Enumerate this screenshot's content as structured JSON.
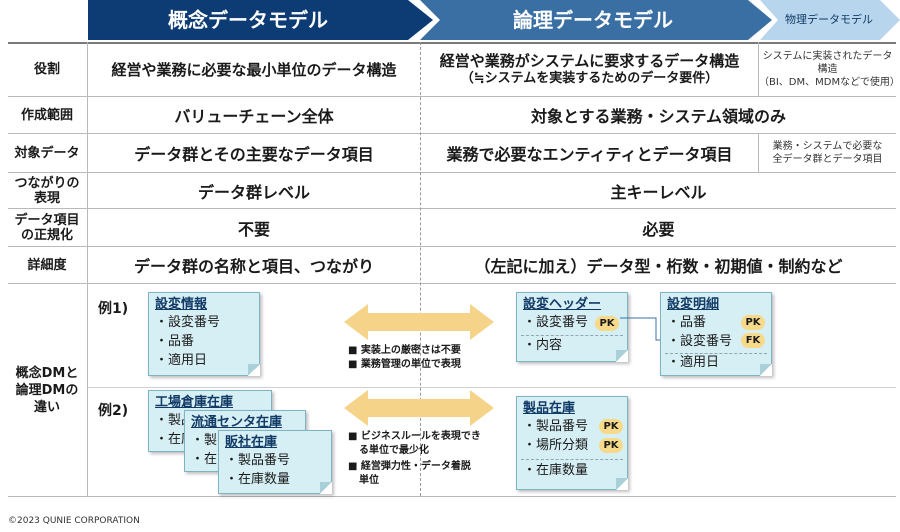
{
  "header": {
    "conceptual": "概念データモデル",
    "logical": "論理データモデル",
    "physical": "物理データモデル"
  },
  "rows": [
    {
      "label": "役割",
      "conceptual": "経営や業務に必要な最小単位のデータ構造",
      "logical_main": "経営や業務がシステムに要求するデータ構造",
      "logical_sub": "（≒システムを実装するためのデータ要件）",
      "physical_line1": "システムに実装されたデータ構造",
      "physical_line2": "（BI、DM、MDMなどで使用）"
    },
    {
      "label": "作成範囲",
      "conceptual": "バリューチェーン全体",
      "logical": "対象とする業務・システム領域のみ"
    },
    {
      "label": "対象データ",
      "conceptual": "データ群とその主要なデータ項目",
      "logical": "業務で必要なエンティティとデータ項目",
      "physical_line1": "業務・システムで必要な",
      "physical_line2": "全データ群とデータ項目"
    },
    {
      "label_line1": "つながりの",
      "label_line2": "表現",
      "conceptual": "データ群レベル",
      "logical": "主キーレベル"
    },
    {
      "label_line1": "データ項目",
      "label_line2": "の正規化",
      "conceptual": "不要",
      "logical": "必要"
    },
    {
      "label": "詳細度",
      "conceptual": "データ群の名称と項目、つながり",
      "logical": "（左記に加え）データ型・桁数・初期値・制約など"
    }
  ],
  "diff_label": {
    "line1": "概念DMと",
    "line2": "論理DMの",
    "line3": "違い"
  },
  "example1": {
    "label": "例1)",
    "concept_card": {
      "title": "設変情報",
      "items": [
        "・設変番号",
        "・品番",
        "・適用日"
      ]
    },
    "notes": [
      "■ 実装上の厳密さは不要",
      "■ 業務管理の単位で表現"
    ],
    "header_card": {
      "title": "設変ヘッダー",
      "key_item": "・設変番号",
      "key_badge": "PK",
      "item": "・内容"
    },
    "detail_card": {
      "title": "設変明細",
      "key1": "・品番",
      "key1_badge": "PK",
      "key2": "・設変番号",
      "key2_badge": "FK",
      "item": "・適用日"
    }
  },
  "example2": {
    "label": "例2)",
    "card_a": {
      "title": "工場倉庫在庫",
      "items": [
        "・製品",
        "・在庫"
      ]
    },
    "card_b": {
      "title": "流通センタ在庫",
      "items": [
        "・製",
        "・在"
      ]
    },
    "card_c": {
      "title": "販社在庫",
      "items": [
        "・製品番号",
        "・在庫数量"
      ]
    },
    "notes": [
      "■ ビジネスルールを表現でき",
      "る単位で最少化",
      "■ 経営弾力性・データ着脱",
      "単位"
    ],
    "stock_card": {
      "title": "製品在庫",
      "key1": "・製品番号",
      "key1_badge": "PK",
      "key2": "・場所分類",
      "key2_badge": "PK",
      "item": "・在庫数量"
    }
  },
  "footer": "©2023 QUNIE CORPORATION",
  "colors": {
    "conceptual": "#0d3b73",
    "logical": "#3a6fa3",
    "physical": "#b7d6ee",
    "card": "#d6eff5",
    "badge": "#f7d98a",
    "arrow": "#f5d48a"
  }
}
